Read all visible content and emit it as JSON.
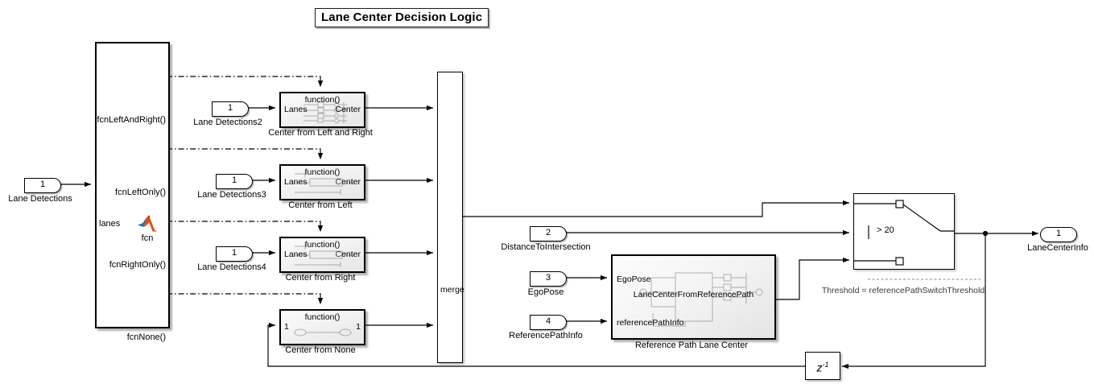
{
  "title": "Lane Center Decision Logic",
  "split_block": {
    "name": "fcn",
    "input_label": "lanes",
    "outputs": [
      {
        "label": "fcnLeftAndRight()"
      },
      {
        "label": "fcnLeftOnly()"
      },
      {
        "label": "fcnRightOnly()"
      },
      {
        "label": "fcnNone()"
      }
    ],
    "icon": "matlab-fcn-icon"
  },
  "inports": [
    {
      "num": "1",
      "label": "Lane Detections"
    },
    {
      "num": "1",
      "label": "Lane Detections2"
    },
    {
      "num": "1",
      "label": "Lane Detections3"
    },
    {
      "num": "1",
      "label": "Lane Detections4"
    },
    {
      "num": "2",
      "label": "DistanceToIntersection"
    },
    {
      "num": "3",
      "label": "EgoPose"
    },
    {
      "num": "4",
      "label": "ReferencePathInfo"
    }
  ],
  "outport": {
    "num": "1",
    "label": "LaneCenterInfo"
  },
  "subsystems": [
    {
      "fn": "function()",
      "in": "Lanes",
      "out": "Center",
      "caption": "Center from Left and Right"
    },
    {
      "fn": "function()",
      "in": "Lanes",
      "out": "Center",
      "caption": "Center from Left"
    },
    {
      "fn": "function()",
      "in": "Lanes",
      "out": "Center",
      "caption": "Center from Right"
    },
    {
      "fn": "function()",
      "in": "1",
      "out": "1",
      "caption": "Center from None"
    }
  ],
  "merge": {
    "label": "merge"
  },
  "reference_path": {
    "in1": "EgoPose",
    "in2": "referencePathInfo",
    "inner_label": "LaneCenterFromReferencePath",
    "caption": "Reference Path Lane Center"
  },
  "switch": {
    "criteria": "> 20",
    "annotation": "Threshold = referencePathSwitchThreshold"
  },
  "delay": {
    "z": "z",
    "exp": "-1"
  },
  "colors": {
    "line": "#000000",
    "block_border": "#000000",
    "block_fill": "#f0f0f0",
    "canvas": "#ffffff",
    "annotation": "#3a3a3a",
    "matlab_orange": "#d9541f",
    "matlab_blue": "#2f6fa8"
  }
}
